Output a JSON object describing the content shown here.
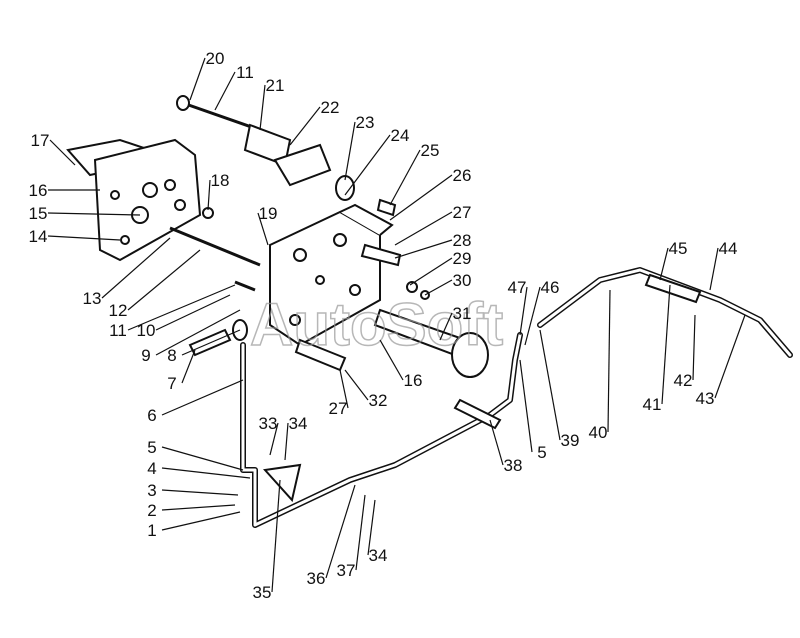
{
  "watermark": "AutoSoft",
  "callouts": [
    "20",
    "11",
    "21",
    "22",
    "23",
    "24",
    "25",
    "26",
    "27",
    "28",
    "29",
    "30",
    "31",
    "17",
    "16",
    "15",
    "14",
    "18",
    "19",
    "13",
    "12",
    "11",
    "10",
    "9",
    "8",
    "7",
    "6",
    "5",
    "4",
    "3",
    "2",
    "1",
    "33",
    "34",
    "27",
    "32",
    "16",
    "47",
    "46",
    "45",
    "44",
    "35",
    "36",
    "37",
    "34",
    "38",
    "5",
    "39",
    "40",
    "41",
    "42",
    "43"
  ]
}
